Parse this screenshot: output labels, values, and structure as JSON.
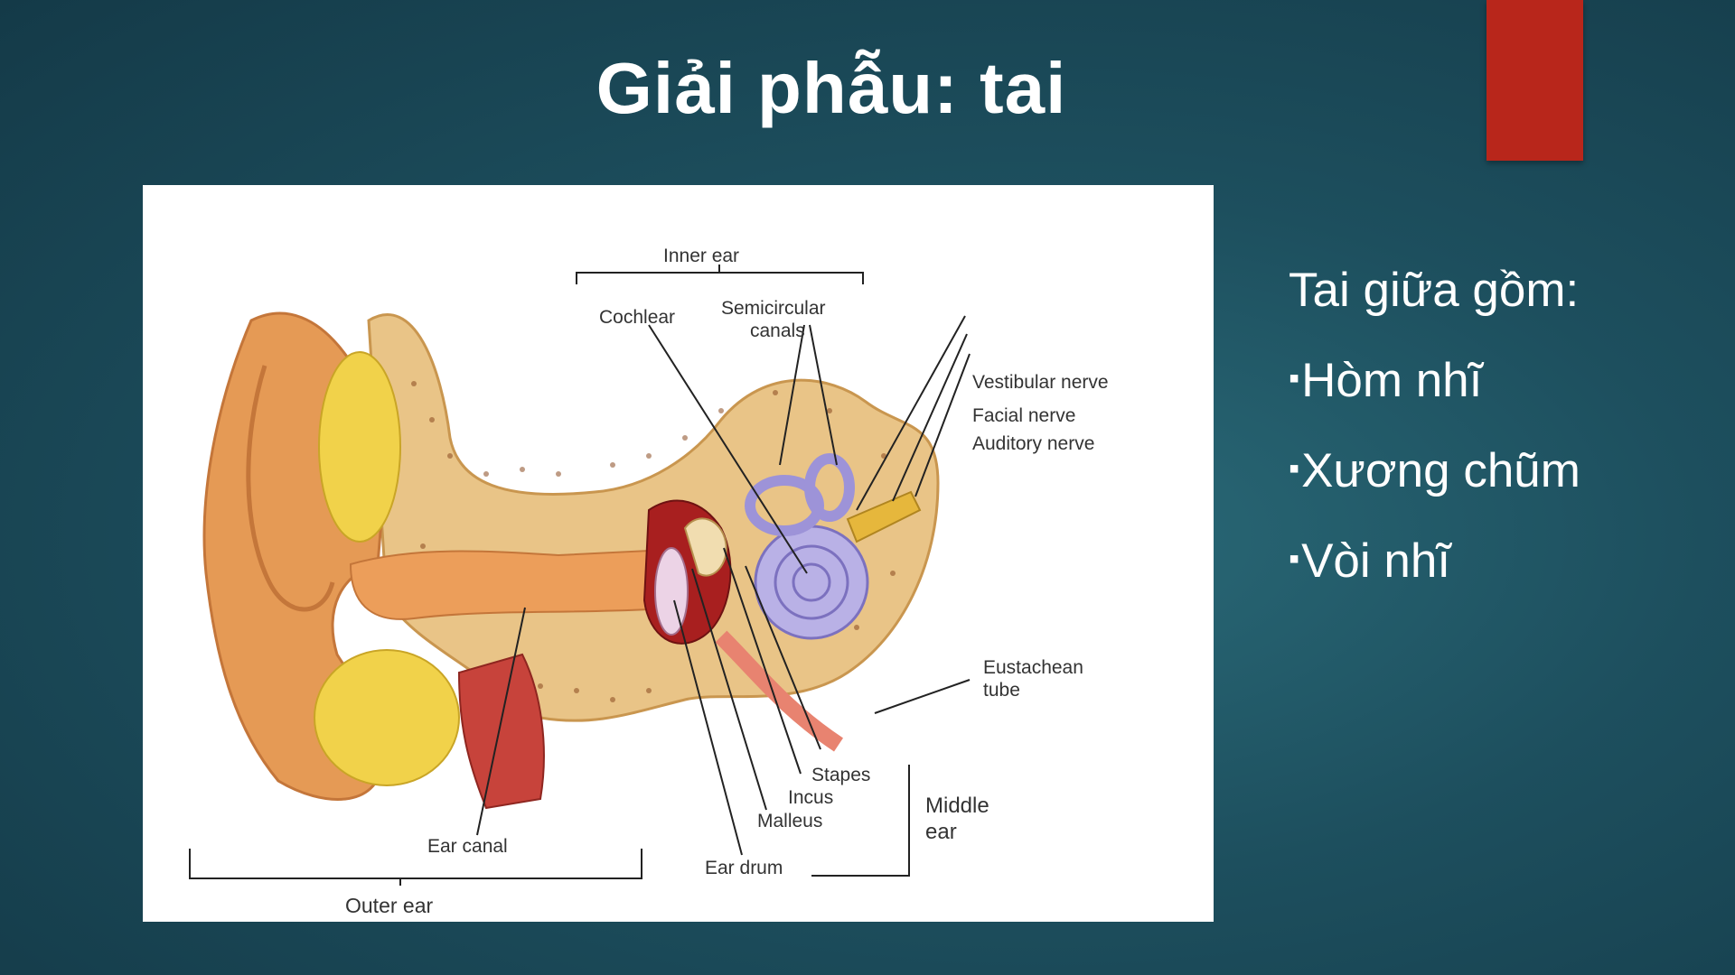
{
  "slide": {
    "title": "Giải phẫu: tai",
    "accent_color": "#b8261b",
    "heading": "Tai giữa gồm:",
    "bullet_mark": "▪",
    "bullets": [
      "Hòm nhĩ",
      "Xương chũm",
      "Vòi nhĩ"
    ]
  },
  "diagram": {
    "labels": {
      "inner_ear": "Inner ear",
      "cochlear": "Cochlear",
      "semicircular_1": "Semicircular",
      "semicircular_2": "canals",
      "vestibular_nerve": "Vestibular nerve",
      "facial_nerve": "Facial  nerve",
      "auditory_nerve": "Auditory nerve",
      "eustachean_1": "Eustachean",
      "eustachean_2": "tube",
      "stapes": "Stapes",
      "incus": "Incus",
      "malleus": "Malleus",
      "middle_ear_1": "Middle",
      "middle_ear_2": "ear",
      "ear_drum": "Ear drum",
      "ear_canal": "Ear canal",
      "outer_ear": "Outer ear"
    }
  }
}
